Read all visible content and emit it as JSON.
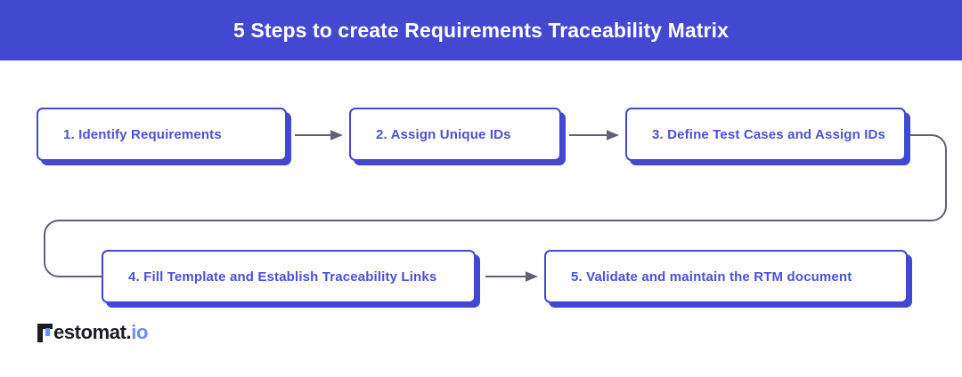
{
  "header": {
    "title": "5 Steps to create Requirements Traceability Matrix",
    "background_color": "#4248D0",
    "text_color": "#FFFFFF"
  },
  "theme": {
    "accent_blue": "#4248D0",
    "box_text_blue": "#4A51D8",
    "connector_gray": "#5F6274",
    "logo_dark": "#1B1D24",
    "logo_accent": "#6C8CF5",
    "page_background": "#FFFFFF"
  },
  "flow": {
    "steps": [
      {
        "number": "1.",
        "label": "1. Identify Requirements"
      },
      {
        "number": "2.",
        "label": "2. Assign Unique IDs"
      },
      {
        "number": "3.",
        "label": "3. Define Test Cases and Assign IDs"
      },
      {
        "number": "4.",
        "label": "4. Fill Template and Establish Traceability Links"
      },
      {
        "number": "5.",
        "label": "5. Validate and maintain the RTM document"
      }
    ],
    "connectors": [
      {
        "name": "arrow-1-to-2",
        "from": "step-1",
        "to": "step-2",
        "style": "straight-arrow"
      },
      {
        "name": "arrow-2-to-3",
        "from": "step-2",
        "to": "step-3",
        "style": "straight-arrow"
      },
      {
        "name": "wrap-3-to-4",
        "from": "step-3",
        "to": "step-4",
        "style": "rounded-wrap"
      },
      {
        "name": "arrow-4-to-5",
        "from": "step-4",
        "to": "step-5",
        "style": "straight-arrow"
      }
    ]
  },
  "logo": {
    "mark": "testomat-t-mark",
    "text_dark": "estomat.",
    "text_accent": "io",
    "full_name": "Testomat.io"
  }
}
